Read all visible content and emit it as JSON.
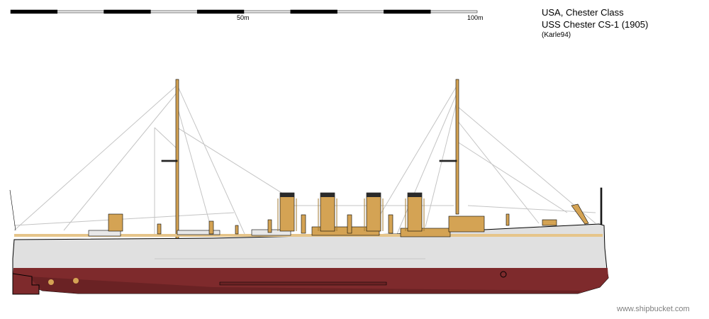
{
  "title": {
    "line1": "USA, Chester Class",
    "line2": "USS Chester CS-1 (1905)",
    "author": "(Karle94)"
  },
  "scale_bar": {
    "label_mid": "50m",
    "label_end": "100m",
    "segments": 10
  },
  "watermark": "www.shipbucket.com",
  "colors": {
    "hull_upper": "#e0e0e0",
    "hull_lower": "#7e2a2c",
    "hull_keel": "#6a2224",
    "superstructure": "#d4a354",
    "funnel_cap": "#2a2a2a",
    "rigging": "#c0c0c0"
  }
}
